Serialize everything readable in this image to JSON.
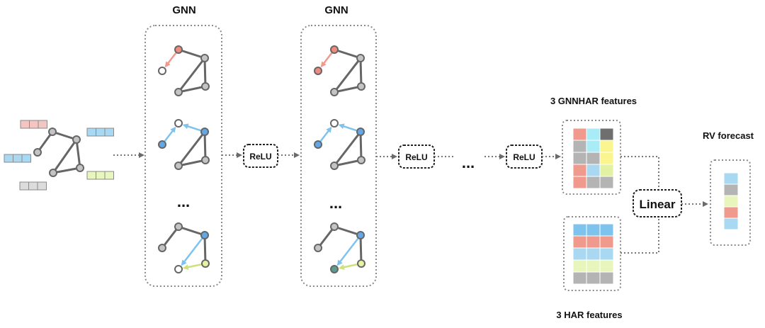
{
  "labels": {
    "gnn_1": "GNN",
    "gnn_2": "GNN",
    "relu_1": "ReLU",
    "relu_2": "ReLU",
    "relu_3": "ReLU",
    "ellipsis_gnn_1": "...",
    "ellipsis_gnn_2": "...",
    "ellipsis_flow": "...",
    "gnnhar_features": "3 GNNHAR features",
    "har_features": "3 HAR features",
    "linear": "Linear",
    "rv_forecast": "RV forecast"
  },
  "colors": {
    "red": "#f09a8e",
    "light_red": "#f5c5c3",
    "blue": "#7ec3ee",
    "light_blue": "#a9d8f2",
    "cyan": "#a7ecf6",
    "green": "#e3f1a2",
    "light_green": "#e8f5bd",
    "gray": "#b4b4b4",
    "light_gray": "#dcdcdc",
    "dark_gray": "#6f6f6f",
    "yellow": "#fbf58f",
    "teal": "#5f9a8e",
    "node_gray": "#c4c4c4",
    "node_white": "#ffffff",
    "node_red": "#f08a7e",
    "node_blue": "#62a8e6",
    "node_green": "#e5f4a0"
  },
  "matrices": {
    "gnnhar": [
      [
        "red",
        "cyan",
        "dark_gray"
      ],
      [
        "gray",
        "cyan",
        "yellow"
      ],
      [
        "gray",
        "gray",
        "yellow"
      ],
      [
        "red",
        "light_blue",
        "green"
      ],
      [
        "red",
        "gray",
        "gray"
      ]
    ],
    "har": [
      [
        "blue",
        "blue",
        "blue"
      ],
      [
        "red",
        "red",
        "red"
      ],
      [
        "light_blue",
        "light_blue",
        "light_blue"
      ],
      [
        "light_green",
        "light_green",
        "light_green"
      ],
      [
        "gray",
        "gray",
        "gray"
      ]
    ],
    "forecast": [
      "light_blue",
      "gray",
      "light_green",
      "red",
      "light_blue"
    ],
    "input_features": {
      "red": "light_red",
      "blue": "light_blue",
      "green": "light_green",
      "gray": "light_gray"
    }
  },
  "gnn_columns": [
    {
      "top_nodes": [
        "node_red",
        "node_white",
        "node_gray",
        "node_gray",
        "node_gray"
      ],
      "top_arrow": "red",
      "mid_nodes": [
        "node_white",
        "node_blue",
        "node_blue",
        "node_gray",
        "node_gray"
      ],
      "mid_arrows": [
        "blue",
        "blue"
      ],
      "bottom_nodes": [
        "node_gray",
        "node_gray",
        "node_blue",
        "node_green",
        "node_white"
      ],
      "bottom_arrows": [
        "blue",
        "green"
      ]
    },
    {
      "top_nodes": [
        "node_red",
        "node_red",
        "node_gray",
        "node_gray",
        "node_gray"
      ],
      "top_arrow": "red",
      "mid_nodes": [
        "node_white",
        "node_blue",
        "node_blue",
        "node_gray",
        "node_gray"
      ],
      "mid_arrows": [
        "blue",
        "blue"
      ],
      "bottom_nodes": [
        "node_gray",
        "node_gray",
        "node_blue",
        "node_green",
        "teal"
      ],
      "bottom_arrows": [
        "blue",
        "green"
      ]
    }
  ]
}
